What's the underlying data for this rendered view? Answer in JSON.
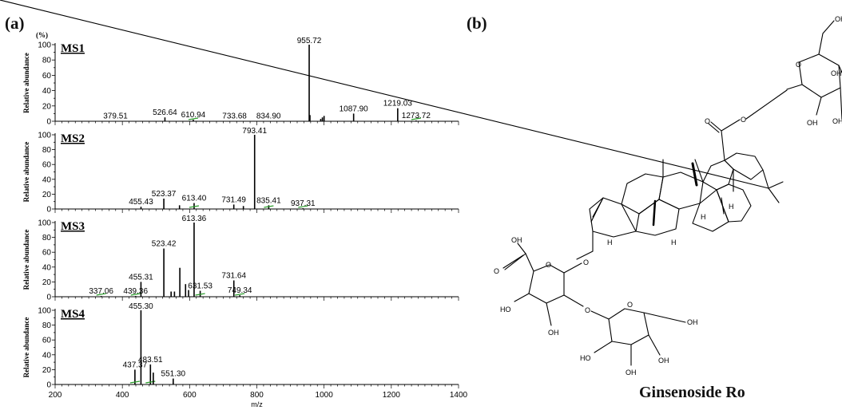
{
  "panel_a_label": "(a)",
  "panel_b_label": "(b)",
  "compound_name": "Ginsenoside Ro",
  "structure": {
    "atom_labels": [
      "OH",
      "OH",
      "OH",
      "OH",
      "O",
      "O",
      "O",
      "O",
      "O",
      "O",
      "OH",
      "O",
      "O",
      "OH",
      "OH",
      "OH",
      "O",
      "HO",
      "OH",
      "HO",
      "OH",
      "H",
      "H",
      "H",
      "H"
    ]
  },
  "chart_data": [
    {
      "type": "bar",
      "title": "MS1",
      "unit_label": "(%)",
      "ylabel": "Relative abundance",
      "xlabel": "",
      "xlim": [
        200,
        1400
      ],
      "ylim": [
        0,
        100
      ],
      "yticks": [
        0,
        10,
        20,
        30,
        40,
        50,
        60,
        70,
        80,
        90,
        100
      ],
      "xticks": [],
      "peaks": [
        {
          "mz": 379.51,
          "value": 0.5,
          "label": "379.51"
        },
        {
          "mz": 526.64,
          "value": 5,
          "label": "526.64"
        },
        {
          "mz": 610.94,
          "value": 2,
          "label": "610.94",
          "mark": true
        },
        {
          "mz": 733.68,
          "value": 0.5,
          "label": "733.68"
        },
        {
          "mz": 834.9,
          "value": 0.5,
          "label": "834.90"
        },
        {
          "mz": 955.72,
          "value": 100,
          "label": "955.72"
        },
        {
          "mz": 958.0,
          "value": 8,
          "label": ""
        },
        {
          "mz": 990.0,
          "value": 3,
          "label": ""
        },
        {
          "mz": 995.0,
          "value": 5,
          "label": ""
        },
        {
          "mz": 1000.0,
          "value": 7,
          "label": ""
        },
        {
          "mz": 1087.9,
          "value": 10,
          "label": "1087.90"
        },
        {
          "mz": 1219.03,
          "value": 17,
          "label": "1219.03"
        },
        {
          "mz": 1273.72,
          "value": 1,
          "label": "1273.72",
          "mark": true
        }
      ]
    },
    {
      "type": "bar",
      "title": "MS2",
      "ylabel": "Relative abundance",
      "xlabel": "",
      "xlim": [
        200,
        1400
      ],
      "ylim": [
        0,
        100
      ],
      "yticks": [
        0,
        10,
        20,
        30,
        40,
        50,
        60,
        70,
        80,
        90,
        100
      ],
      "xticks": [],
      "peaks": [
        {
          "mz": 455.43,
          "value": 3,
          "label": "455.43"
        },
        {
          "mz": 523.37,
          "value": 14,
          "label": "523.37"
        },
        {
          "mz": 570.0,
          "value": 5,
          "label": ""
        },
        {
          "mz": 613.4,
          "value": 8,
          "label": "613.40",
          "mark": true
        },
        {
          "mz": 731.49,
          "value": 6,
          "label": "731.49"
        },
        {
          "mz": 760.0,
          "value": 4,
          "label": ""
        },
        {
          "mz": 793.41,
          "value": 100,
          "label": "793.41"
        },
        {
          "mz": 835.41,
          "value": 5,
          "label": "835.41",
          "mark": true
        },
        {
          "mz": 937.31,
          "value": 1,
          "label": "937.31",
          "mark": true
        }
      ]
    },
    {
      "type": "bar",
      "title": "MS3",
      "ylabel": "Relative abundance",
      "xlabel": "",
      "xlim": [
        200,
        1400
      ],
      "ylim": [
        0,
        100
      ],
      "yticks": [
        0,
        10,
        20,
        30,
        40,
        50,
        60,
        70,
        80,
        90,
        100
      ],
      "xticks": [],
      "peaks": [
        {
          "mz": 337.06,
          "value": 1,
          "label": "337.06",
          "mark": true
        },
        {
          "mz": 439.36,
          "value": 1,
          "label": "439.36",
          "mark": true
        },
        {
          "mz": 455.31,
          "value": 20,
          "label": "455.31"
        },
        {
          "mz": 523.42,
          "value": 65,
          "label": "523.42"
        },
        {
          "mz": 545.0,
          "value": 7,
          "label": ""
        },
        {
          "mz": 555.0,
          "value": 7,
          "label": ""
        },
        {
          "mz": 571.0,
          "value": 39,
          "label": ""
        },
        {
          "mz": 588.0,
          "value": 17,
          "label": ""
        },
        {
          "mz": 597.0,
          "value": 9,
          "label": ""
        },
        {
          "mz": 613.36,
          "value": 100,
          "label": "613.36"
        },
        {
          "mz": 631.53,
          "value": 8,
          "label": "631.53",
          "mark": true
        },
        {
          "mz": 731.64,
          "value": 22,
          "label": "731.64"
        },
        {
          "mz": 749.34,
          "value": 2,
          "label": "749.34",
          "mark": true
        }
      ]
    },
    {
      "type": "bar",
      "title": "MS4",
      "ylabel": "Relative abundance",
      "xlabel": "m/z",
      "xlim": [
        200,
        1400
      ],
      "ylim": [
        0,
        100
      ],
      "yticks": [
        0,
        10,
        20,
        30,
        40,
        50,
        60,
        70,
        80,
        90,
        100
      ],
      "xticks": [
        200,
        400,
        600,
        800,
        1000,
        1200,
        1400
      ],
      "peaks": [
        {
          "mz": 437.37,
          "value": 20,
          "label": "437.37",
          "mark": true
        },
        {
          "mz": 455.3,
          "value": 100,
          "label": "455.30"
        },
        {
          "mz": 483.51,
          "value": 27,
          "label": "483.51",
          "mark": true
        },
        {
          "mz": 492.0,
          "value": 16,
          "label": ""
        },
        {
          "mz": 551.3,
          "value": 8,
          "label": "551.30"
        }
      ]
    }
  ]
}
